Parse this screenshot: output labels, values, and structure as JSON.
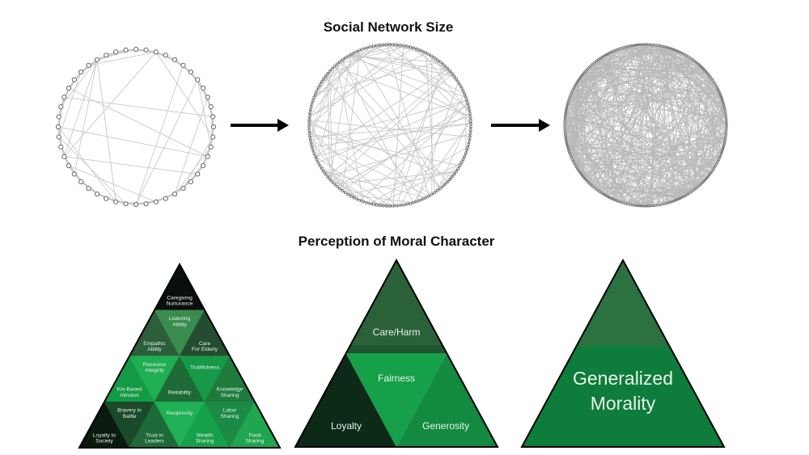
{
  "headings": {
    "network": "Social Network Size",
    "morality": "Perception of Moral Character"
  },
  "networks": [
    {
      "name": "small-network",
      "node_count": 48,
      "edge_count": 30,
      "node_style": "open-circles"
    },
    {
      "name": "medium-network",
      "node_count": 150,
      "edge_count": 110,
      "node_style": "dense-ring"
    },
    {
      "name": "large-network",
      "node_count": 300,
      "edge_count": 600,
      "node_style": "dense-ring"
    }
  ],
  "arrows": [
    "arrow-1",
    "arrow-2"
  ],
  "triangle_fine": {
    "rows": [
      [
        {
          "label": [
            "Caregiving",
            "Nurturance"
          ],
          "color": "#0a0f0b"
        }
      ],
      [
        {
          "label": [
            "Empathic",
            "Ability"
          ],
          "color": "#2c5e3a"
        },
        {
          "label": [
            "Listening",
            "Ability"
          ],
          "color": "#3a8b4e"
        },
        {
          "label": [
            "Care",
            "For Elderly"
          ],
          "color": "#244c30"
        }
      ],
      [
        {
          "label": [
            "Kin-Based",
            "Altruism"
          ],
          "color": "#149a45"
        },
        {
          "label": [
            "Resource",
            "Integrity"
          ],
          "color": "#1fae52"
        },
        {
          "label": [
            "Reliability"
          ],
          "color": "#1e6b37"
        },
        {
          "label": [
            "Truthfulness"
          ],
          "color": "#17994a"
        },
        {
          "label": [
            "Knowledge",
            "Sharing"
          ],
          "color": "#1f7a3e"
        }
      ],
      [
        {
          "label": [
            "Loyalty to",
            "Society"
          ],
          "color": "#0b1a10"
        },
        {
          "label": [
            "Bravery in",
            "Battle"
          ],
          "color": "#1a4a2a"
        },
        {
          "label": [
            "Trust in",
            "Leaders"
          ],
          "color": "#1e6a38"
        },
        {
          "label": [
            "Reciprocity"
          ],
          "color": "#20b055"
        },
        {
          "label": [
            "Wealth",
            "Sharing"
          ],
          "color": "#16a049"
        },
        {
          "label": [
            "Labor",
            "Sharing"
          ],
          "color": "#1b8a44"
        },
        {
          "label": [
            "Food",
            "Sharing"
          ],
          "color": "#1fa64f"
        }
      ]
    ]
  },
  "triangle_mid": {
    "top": {
      "label": "Care/Harm",
      "color": "#2a6139",
      "band_color": "#1e5530"
    },
    "left": {
      "label": "Loyalty",
      "color": "#0c2a17"
    },
    "center": {
      "label": "Fairness",
      "color": "#16a04a"
    },
    "right": {
      "label": "Generosity",
      "color": "#138a40"
    }
  },
  "triangle_general": {
    "top_color": "#2b7240",
    "bottom_color": "#0e7c3a",
    "label": [
      "Generalized",
      "Morality"
    ]
  }
}
